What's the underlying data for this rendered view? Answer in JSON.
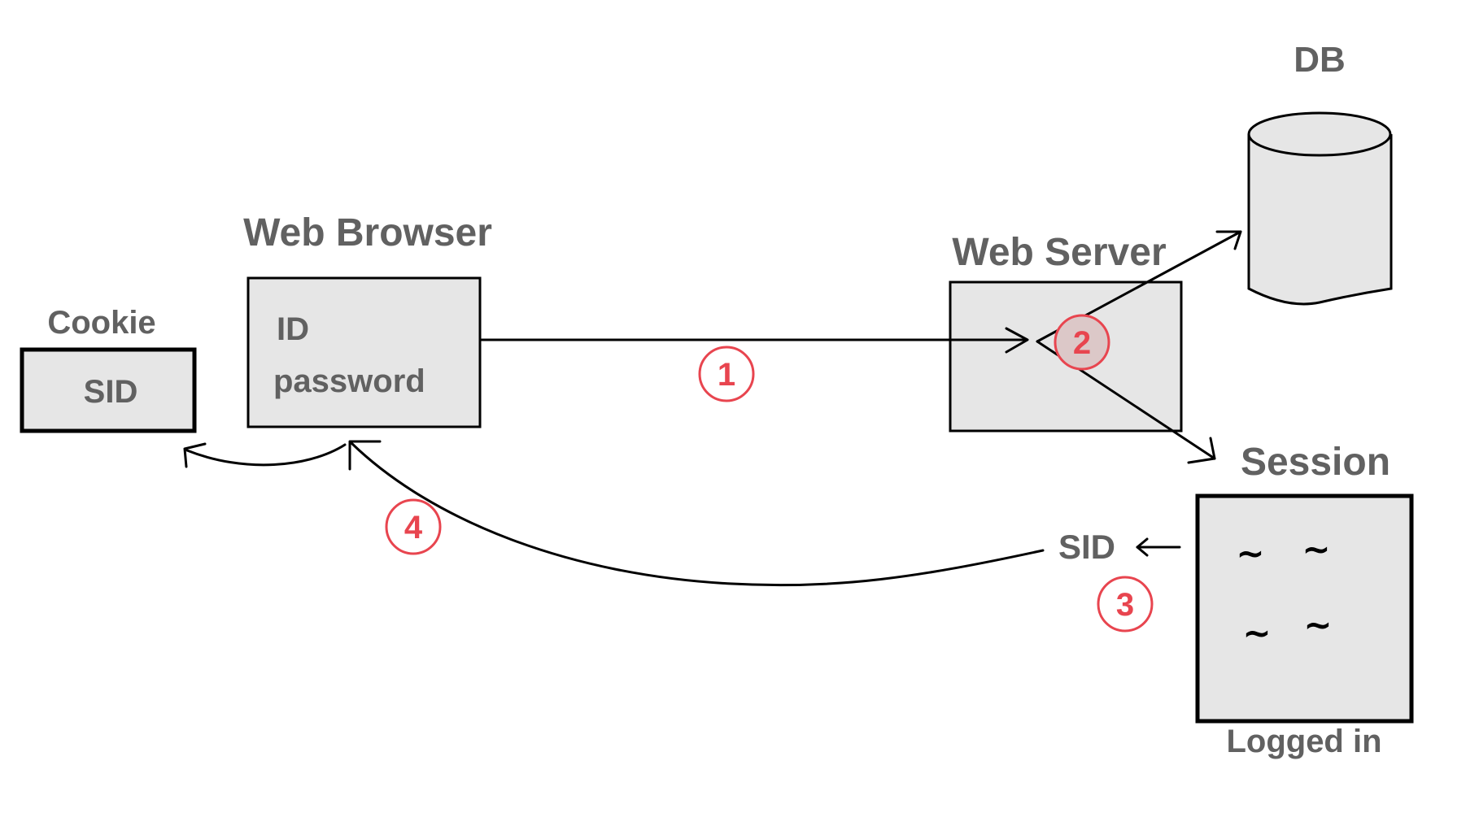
{
  "cookie": {
    "title": "Cookie",
    "value": "SID"
  },
  "browser": {
    "title": "Web Browser",
    "field_id": "ID",
    "field_password": "password"
  },
  "server": {
    "title": "Web Server"
  },
  "db": {
    "title": "DB"
  },
  "session": {
    "title": "Session",
    "caption": "Logged in",
    "sid_label": "SID",
    "entries": [
      "~",
      "~",
      "~",
      "~"
    ]
  },
  "steps": [
    "1",
    "2",
    "3",
    "4"
  ],
  "colors": {
    "label": "#616161",
    "box_fill": "#e6e6e6",
    "step": "#e8454f",
    "line": "#000000"
  }
}
